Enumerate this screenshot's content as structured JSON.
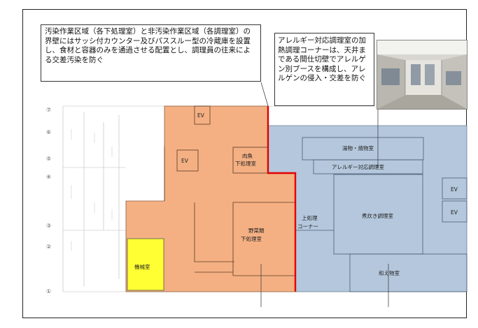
{
  "callouts": {
    "left": "汚染作業区域（各下処理室）と非汚染作業区域（各調理室）の界壁にはサッシ付カウンター及びパススルー型の冷蔵庫を設置し、食材と容器のみを通過させる配置とし、調理員の往来による交差汚染を防ぐ",
    "right": "アレルギー対応調理室の加熱調理コーナーは、天井まである間仕切壁でアレルゲン別ブースを構成し、アレルゲンの侵入・交差を防ぐ"
  },
  "rooms": {
    "ev_top": "EV",
    "ev_left": "EV",
    "meat": "肉魚\n下処理室",
    "vegetable": "野菜類\n下処理室",
    "machine": "機械室",
    "soup": "湯物・焼物室",
    "allergy": "アレルギー対応調理室",
    "cooking": "煮炊き調理室",
    "upper": "上処理\nコーナー",
    "aemono": "和え物室",
    "ev_r1": "EV",
    "ev_r2": "EV"
  },
  "grid_labels": [
    "⑦",
    "⑥",
    "⑤",
    "④",
    "③",
    "②",
    "①"
  ],
  "colors": {
    "dirty_zone": "#F4B083",
    "clean_zone": "#B4C7DC",
    "machine_room": "#FFFF33",
    "boundary": "#E00000"
  },
  "photo": {
    "icon": "kitchen-photo"
  }
}
